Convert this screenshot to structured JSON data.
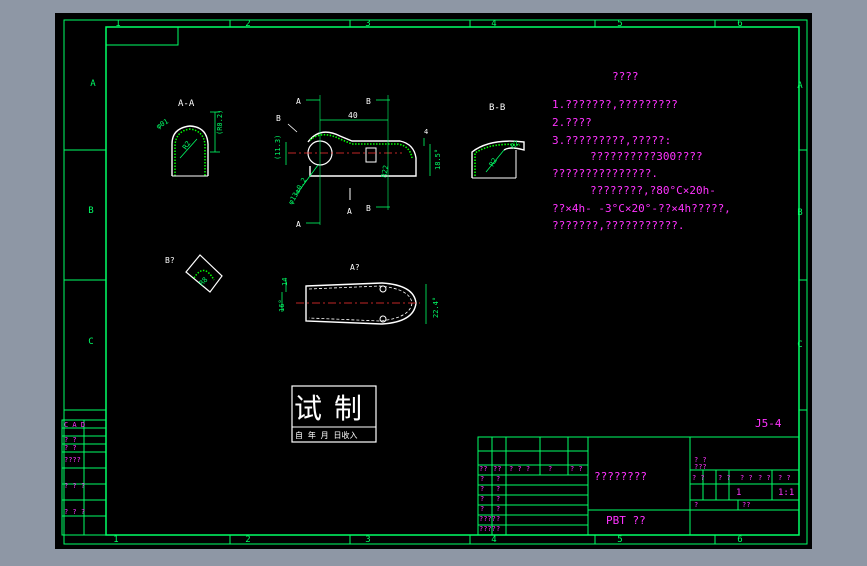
{
  "colors": {
    "viewport_bg": "#8e97a5",
    "sheet_bg": "#000000",
    "frame": "#00ff66",
    "part_outline": "#ffffff",
    "hatch": "#00ff00",
    "dimension": "#00ff66",
    "centerline": "#ff3333",
    "annotation_text": "#ff33ff"
  },
  "border": {
    "top_zones": [
      "1",
      "2",
      "3",
      "4",
      "5",
      "6"
    ],
    "bottom_zones": [
      "1",
      "2",
      "3",
      "4",
      "5",
      "6"
    ],
    "left_zones": [
      "A",
      "B",
      "C"
    ],
    "right_zones": [
      "A",
      "B",
      "C"
    ]
  },
  "views": {
    "aa_label": "A-A",
    "bb_label": "B-B",
    "b_detail_label": "B?",
    "a_view_label": "A?",
    "marker_a": "A",
    "marker_b": "B",
    "dims": {
      "phi1": "φ01",
      "r2_left": "R2",
      "r0_2": "(R0.2)",
      "d40": "40",
      "d11_3": "(11.3)",
      "phi13": "φ13±0.2",
      "r22": "R22",
      "d4": "4",
      "d18_5": "18.5°",
      "r2_bb": "R2",
      "r2_bb2": "R2",
      "r8": "R8",
      "d14": "14",
      "d16": "16°",
      "d22_4": "22.4°"
    }
  },
  "notes": {
    "title": "????",
    "lines": [
      "1.???????,?????????",
      "2.????",
      "3.?????????,?????:",
      "??????????300????",
      "???????????????.",
      "????????,?80°C×20h-",
      "??×4h-  -3°C×20°-??×4h?????,",
      "???????,???????????."
    ]
  },
  "stamp": {
    "title": "试制",
    "date_line": "自    年   月   日收入"
  },
  "drawing_number": "J5-4",
  "left_block": {
    "rows": [
      "C A D",
      "? ?",
      "? ?",
      "????",
      "? ? ?",
      "? ? ?"
    ]
  },
  "title_block": {
    "drawing_name": "????????",
    "material": "PBT ??",
    "sig_row": [
      "??",
      "??",
      "? ? ?",
      "?",
      "? ?"
    ],
    "sig_rows": [
      [
        "?",
        "?"
      ],
      [
        "?",
        "?"
      ],
      [
        "?",
        "?"
      ],
      [
        "?",
        "?"
      ],
      [
        "????",
        "?"
      ],
      [
        "????",
        "?"
      ],
      [
        "?",
        "?"
      ]
    ],
    "label_q7": "? ?",
    "label_q7b": "???",
    "right_header": [
      "? ?",
      "? ?",
      "? ?",
      "? ?",
      "? ?"
    ],
    "scale_count": "1",
    "scale_ratio": "1:1",
    "bottom_left": "?",
    "bottom_mid": "??"
  }
}
